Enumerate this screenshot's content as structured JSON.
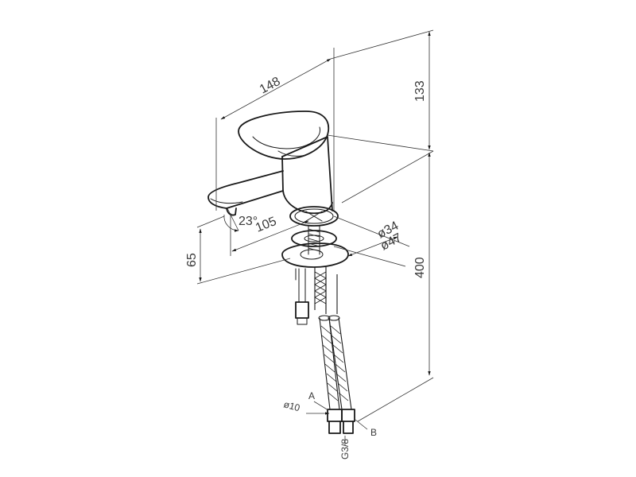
{
  "dimensions": {
    "width_148": "148",
    "height_133": "133",
    "height_400": "400",
    "height_65": "65",
    "reach_105": "105",
    "angle_23": "23°",
    "dia_34": "ø34",
    "dia_47": "ø47",
    "dia_10": "ø10",
    "thread_g38": "G3/8"
  },
  "callouts": {
    "a": "A",
    "b": "B"
  }
}
